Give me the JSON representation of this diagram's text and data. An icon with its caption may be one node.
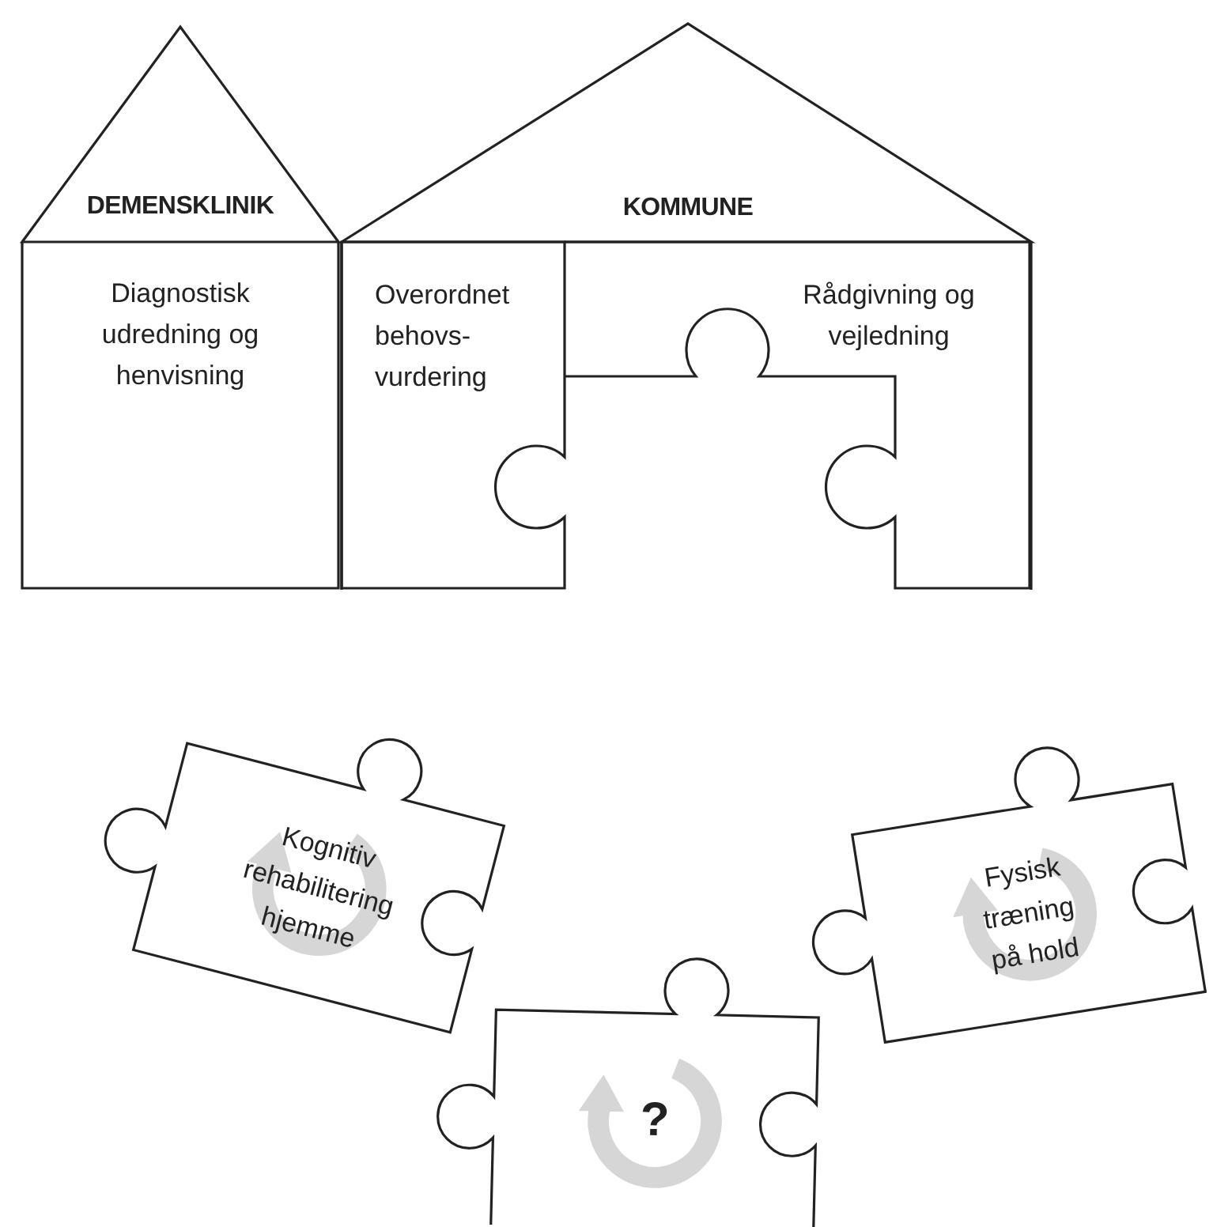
{
  "diagram": {
    "nodes": [
      {
        "text": [
          "DEMENSKLINIK",
          "Diagnostisk udredning og henvisning"
        ]
      },
      {
        "text": [
          "KOMMUNE"
        ]
      },
      {
        "text": [
          "Overordnet behovs- vurdering"
        ],
        "in": 1
      },
      {
        "text": [
          "Rådgivning og vejledning"
        ],
        "in": 1
      },
      {
        "text": [
          "Kognitiv rehabilitering hjemme"
        ]
      },
      {
        "text": [
          "Fysisk træning på hold"
        ]
      },
      {
        "text": [
          "?"
        ]
      }
    ]
  }
}
